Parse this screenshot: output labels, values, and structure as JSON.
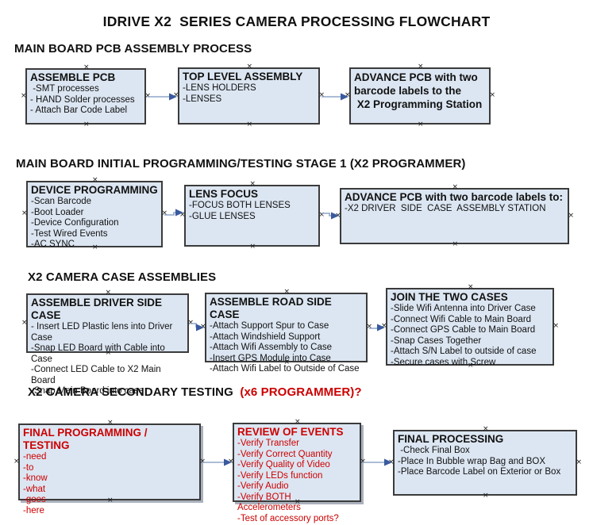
{
  "title": "IDRIVE X2  SERIES CAMERA PROCESSING FLOWCHART",
  "colors": {
    "box_fill": "#dce6f2",
    "box_border": "#3b3b3b",
    "arrow_line": "#8fa6c8",
    "arrow_head": "#3a5a9e",
    "red": "#cc0000"
  },
  "sections": {
    "s1": {
      "heading": "MAIN BOARD PCB ASSEMBLY PROCESS"
    },
    "s2": {
      "heading": "MAIN BOARD INITIAL PROGRAMMING/TESTING STAGE 1 (X2 PROGRAMMER)"
    },
    "s3": {
      "heading": "X2 CAMERA CASE ASSEMBLIES"
    },
    "s4": {
      "heading": "X2 CAMERA SECONDARY TESTING ",
      "heading_red": " (x6 PROGRAMMER)?"
    }
  },
  "boxes": {
    "assemble_pcb": {
      "title": "ASSEMBLE PCB",
      "lines": [
        " -SMT processes",
        "- HAND Solder processes",
        "- Attach Bar Code Label"
      ]
    },
    "top_level_assembly": {
      "title": "TOP LEVEL ASSEMBLY",
      "lines": [
        "-LENS HOLDERS",
        "-LENSES"
      ]
    },
    "advance_to_programming": {
      "lines": [
        "ADVANCE PCB with two barcode labels to the",
        " X2 Programming Station"
      ]
    },
    "device_programming": {
      "title": "DEVICE PROGRAMMING",
      "lines": [
        "-Scan Barcode",
        "-Boot Loader",
        "-Device Configuration",
        "-Test Wired Events",
        "-AC SYNC"
      ]
    },
    "lens_focus": {
      "title": "LENS FOCUS",
      "lines": [
        "-FOCUS BOTH LENSES",
        "-GLUE LENSES"
      ]
    },
    "advance_to_case": {
      "title": "ADVANCE PCB with two barcode labels to:",
      "lines": [
        "-X2 DRIVER  SIDE  CASE  ASSEMBLY STATION"
      ]
    },
    "assemble_driver_side": {
      "title": "ASSEMBLE DRIVER SIDE CASE",
      "lines": [
        "- Insert LED Plastic lens into Driver Case",
        "-Snap LED Board with Cable into Case",
        "-Connect LED Cable to X2 Main Board",
        "-Snap Main Board into case"
      ]
    },
    "assemble_road_side": {
      "title": "ASSEMBLE ROAD SIDE CASE",
      "lines": [
        "-Attach Support Spur to Case",
        "-Attach Windshield Support",
        "-Attach Wifi Assembly to Case",
        "-Insert GPS Module into Case",
        "-Attach Wifi Label to Outside of Case"
      ]
    },
    "join_two_cases": {
      "title": "JOIN THE TWO CASES",
      "lines": [
        "-Slide Wifi Antenna into Driver Case",
        "-Connect Wifi Cable to Main Board",
        "-Connect GPS Cable to Main Board",
        "-Snap Cases Together",
        "-Attach S/N Label to outside of case",
        "-Secure cases with Screw"
      ]
    },
    "final_programming": {
      "title": "FINAL PROGRAMMING / TESTING",
      "lines": [
        "-need",
        "-to",
        "-know",
        "-what",
        "-goes",
        "-here"
      ]
    },
    "review_of_events": {
      "title": "REVIEW OF EVENTS",
      "lines": [
        "-Verify Transfer",
        "-Verify Correct Quantity",
        "-Verify Quality of Video",
        "-Verify LEDs function",
        "-Verify Audio",
        "-Verify BOTH Accelerometers",
        "-Test of accessory ports?"
      ]
    },
    "final_processing": {
      "title": "FINAL PROCESSING",
      "lines": [
        " -Check Final Box",
        "-Place In Bubble wrap Bag and BOX",
        "-Place Barcode Label on Exterior or Box"
      ]
    }
  }
}
